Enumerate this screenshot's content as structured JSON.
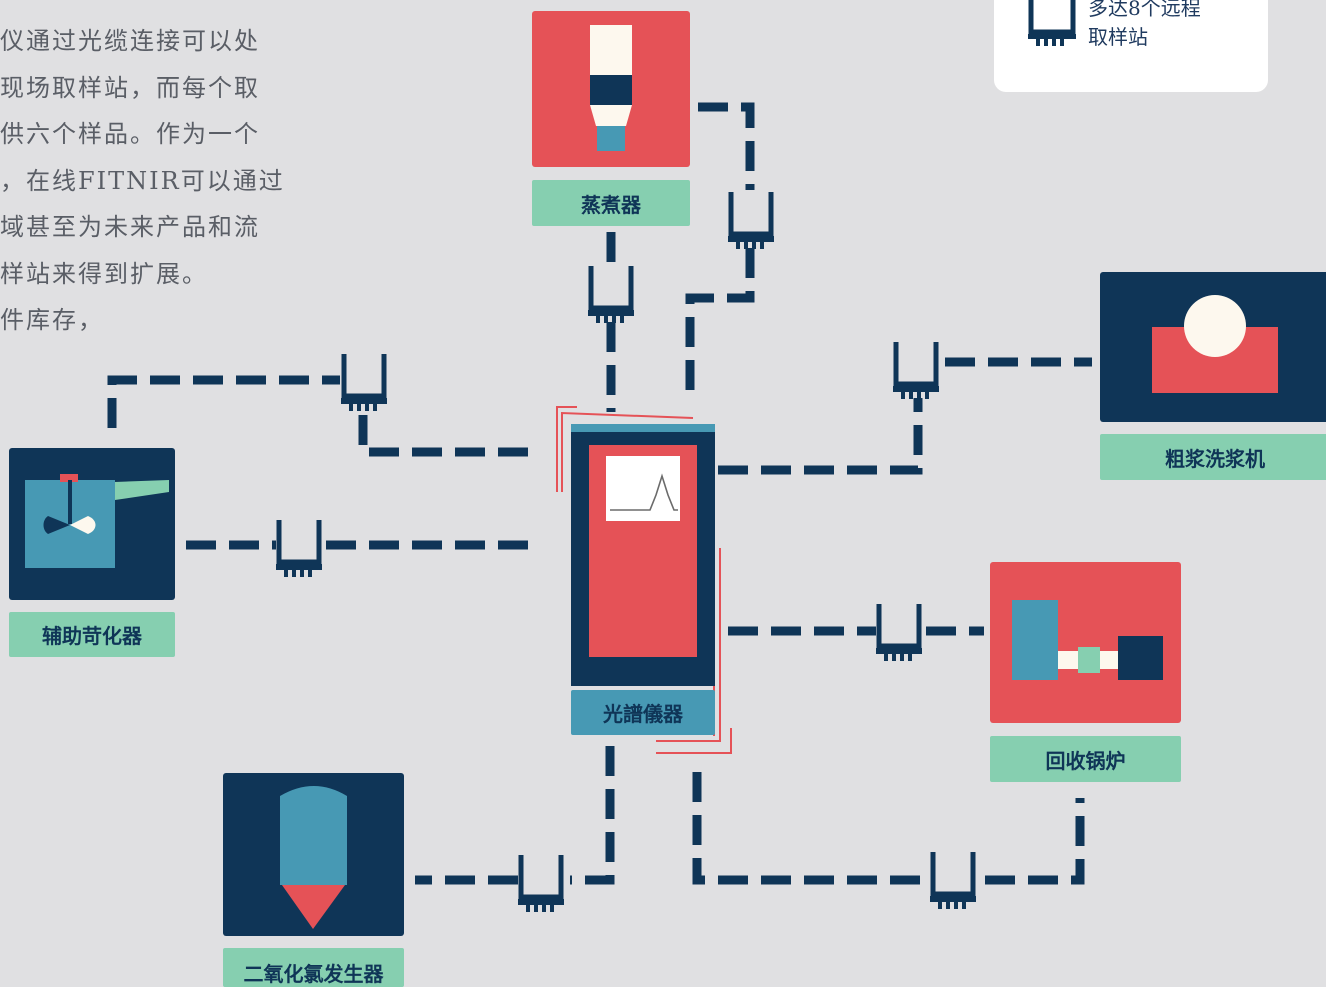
{
  "intro": {
    "lines": [
      "仪通过光缆连接可以处",
      "现场取样站，而每个取",
      "供六个样品。作为一个",
      "，在线FITNIR可以通过",
      "域甚至为未来产品和流",
      "样站来得到扩展。",
      "件库存，"
    ]
  },
  "legend": {
    "line1": "多达8个远程",
    "line2": "取样站",
    "icon": "sampling-station-icon"
  },
  "units": {
    "digester": "蒸煮器",
    "washer": "粗浆洗浆机",
    "causticizer": "辅助苛化器",
    "analyzer": "光譜儀器",
    "boiler": "回收锅炉",
    "clo2": "二氧化氯发生器"
  },
  "colors": {
    "background": "#e0e0e2",
    "navy": "#0f3557",
    "red": "#e55257",
    "teal": "#4799b4",
    "mint": "#86cfb0",
    "cream": "#fdf8ee"
  }
}
